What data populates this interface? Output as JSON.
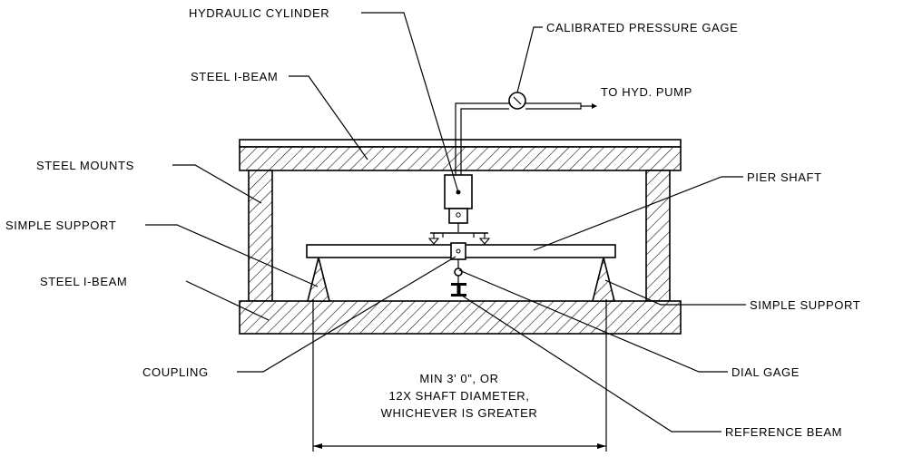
{
  "labels": {
    "hydraulic_cylinder": "HYDRAULIC CYLINDER",
    "calibrated_pressure_gage": "CALIBRATED PRESSURE GAGE",
    "steel_i_beam_top": "STEEL I-BEAM",
    "to_hyd_pump": "TO HYD. PUMP",
    "steel_mounts": "STEEL MOUNTS",
    "pier_shaft": "PIER SHAFT",
    "simple_support_left": "SIMPLE SUPPORT",
    "steel_i_beam_bottom": "STEEL I-BEAM",
    "simple_support_right": "SIMPLE SUPPORT",
    "coupling": "COUPLING",
    "dial_gage": "DIAL GAGE",
    "reference_beam": "REFERENCE BEAM"
  },
  "dimension": {
    "line1": "MIN 3' 0\", OR",
    "line2": "12X SHAFT DIAMETER,",
    "line3": "WHICHEVER IS GREATER"
  }
}
